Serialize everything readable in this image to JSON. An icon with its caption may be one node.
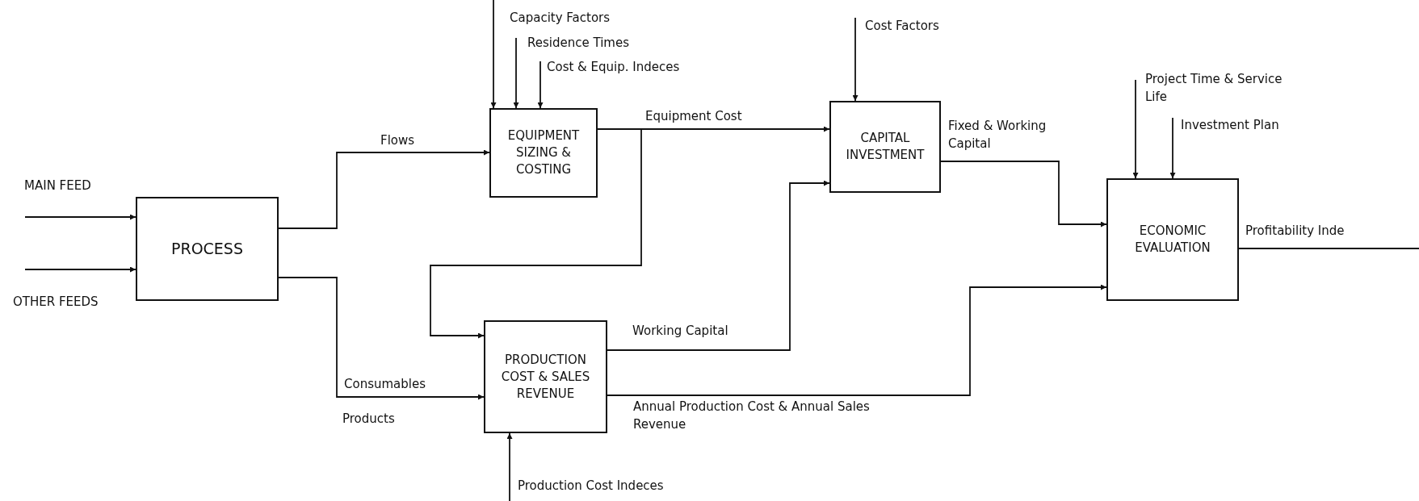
{
  "diagram": {
    "nodes": [
      {
        "text": [
          "PROCESS"
        ]
      },
      {
        "text": [
          "EQUIPMENT SIZING & COSTING"
        ]
      },
      {
        "text": [
          "PRODUCTION COST & SALES REVENUE"
        ]
      },
      {
        "text": [
          "CAPITAL INVESTMENT"
        ]
      },
      {
        "text": [
          "ECONOMIC EVALUATION"
        ]
      }
    ],
    "edges": [
      {
        "from": null,
        "to": 0,
        "arrow": "to",
        "label": "MAIN FEED"
      },
      {
        "from": null,
        "to": 0,
        "arrow": "to",
        "label": "OTHER FEEDS"
      },
      {
        "from": 0,
        "to": 1,
        "arrow": "to",
        "label": "Flows"
      },
      {
        "from": 0,
        "to": 2,
        "arrow": "to",
        "label": "Consumables"
      },
      {
        "from": 1,
        "to": 3,
        "arrow": "to",
        "label": "Equipment Cost"
      },
      {
        "from": 1,
        "to": 2,
        "arrow": "to"
      },
      {
        "from": 2,
        "to": 3,
        "arrow": "to",
        "label": "Working Capital"
      },
      {
        "from": 2,
        "to": 4,
        "arrow": "to",
        "label": "Annual Production Cost & Annual Sales Revenue"
      },
      {
        "from": 3,
        "to": 4,
        "arrow": "to",
        "label": "Fixed & Working Capital"
      },
      {
        "from": 4,
        "to": null,
        "arrow": "none",
        "label": "Profitability Inde"
      },
      {
        "from": null,
        "to": 1,
        "arrow": "to",
        "label": "Capacity Factors"
      },
      {
        "from": null,
        "to": 1,
        "arrow": "to",
        "label": "Residence Times"
      },
      {
        "from": null,
        "to": 1,
        "arrow": "to",
        "label": "Cost & Equip. Indeces"
      },
      {
        "from": null,
        "to": 3,
        "arrow": "to",
        "label": "Cost Factors"
      },
      {
        "from": null,
        "to": 4,
        "arrow": "to",
        "label": "Project Time & Service Life"
      },
      {
        "from": null,
        "to": 4,
        "arrow": "to",
        "label": "Investment Plan"
      },
      {
        "from": null,
        "to": 2,
        "arrow": "to",
        "label": "Production Cost Indeces"
      }
    ],
    "labels": [
      "Products"
    ]
  }
}
